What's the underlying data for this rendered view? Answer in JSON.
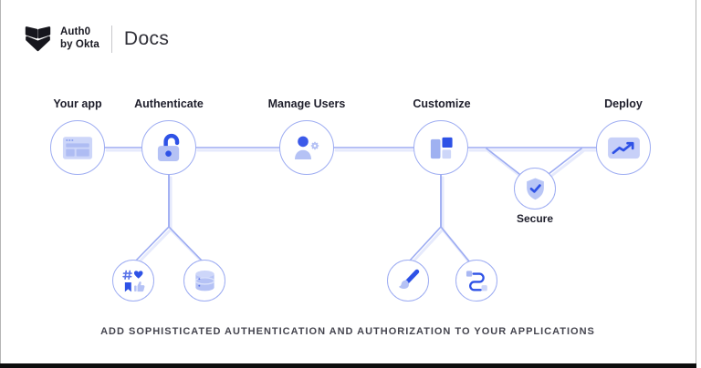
{
  "header": {
    "brand_line1": "Auth0",
    "brand_line2": "by Okta",
    "product": "Docs"
  },
  "diagram": {
    "labels": {
      "your_app": "Your app",
      "authenticate": "Authenticate",
      "manage_users": "Manage Users",
      "customize": "Customize",
      "deploy": "Deploy",
      "secure": "Secure"
    },
    "icons": {
      "brand": "auth0-shield-logo",
      "your_app": "browser-window-icon",
      "authenticate": "open-padlock-icon",
      "manage_users": "user-gear-icon",
      "customize": "layout-blocks-icon",
      "deploy": "trend-up-chart-icon",
      "secure": "shield-check-icon",
      "authenticate_child_left": "social-engagement-icons",
      "authenticate_child_right": "database-icon",
      "customize_child_left": "paintbrush-icon",
      "customize_child_right": "flow-connector-icon"
    },
    "colors": {
      "accent": "#2e52e6",
      "accent_light": "#b5c2f5",
      "accent_lighter": "#cdd6f9",
      "circle_border": "#9dacf2",
      "connector": "#9dacf2",
      "connector_glow": "#e6eafc",
      "label_text": "#1e1e2b",
      "tagline_text": "#45454f"
    }
  },
  "tagline": "ADD SOPHISTICATED AUTHENTICATION AND AUTHORIZATION TO YOUR APPLICATIONS"
}
